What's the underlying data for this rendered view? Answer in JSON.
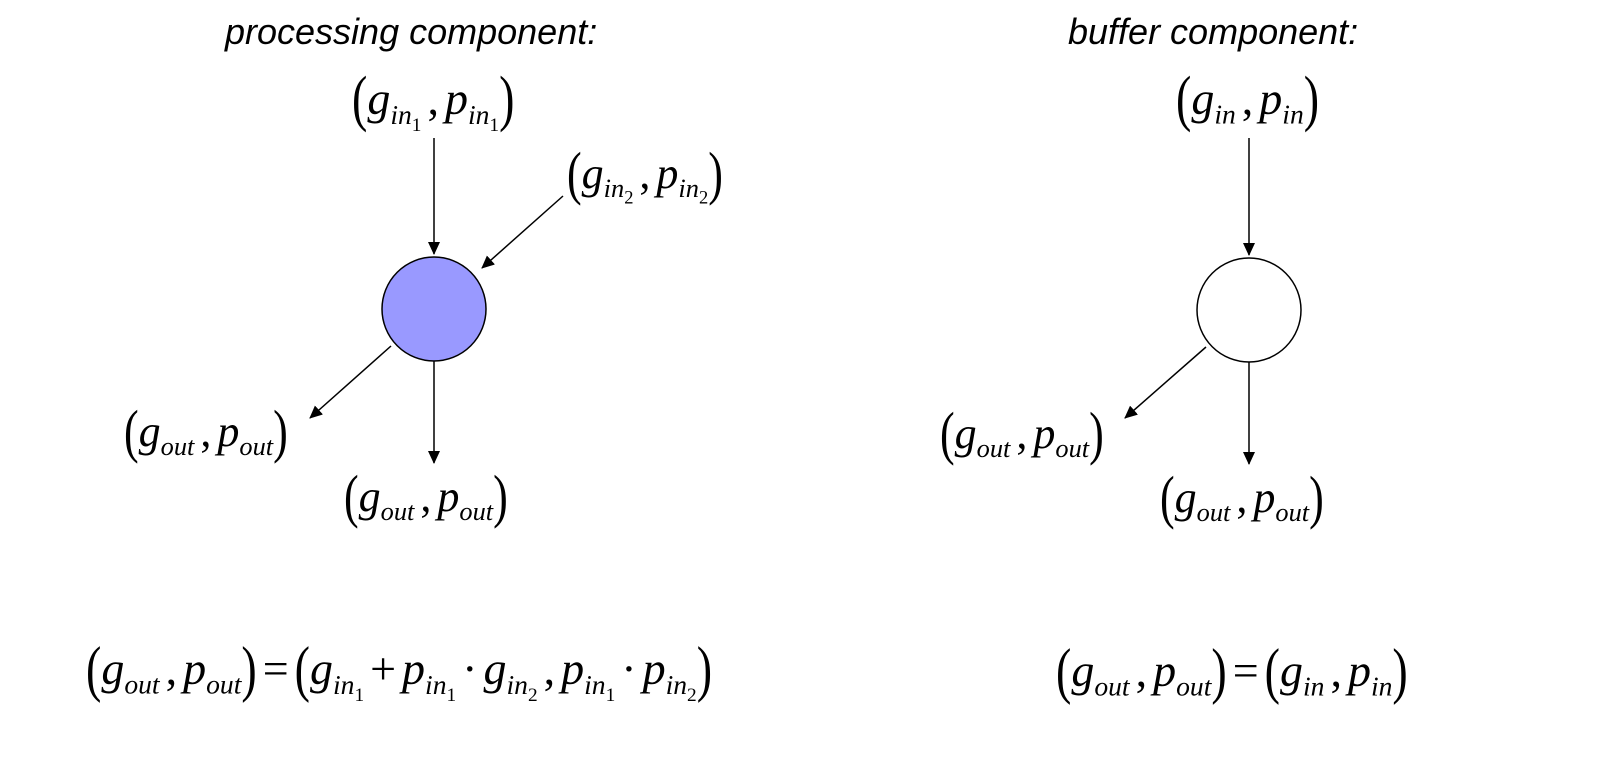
{
  "processing": {
    "title": "processing component:",
    "node_color": "#9999FF",
    "in1": {
      "g": "g",
      "p": "p",
      "sub": "in",
      "idx": "1"
    },
    "in2": {
      "g": "g",
      "p": "p",
      "sub": "in",
      "idx": "2"
    },
    "out_left": {
      "g": "g",
      "p": "p",
      "sub": "out"
    },
    "out_bottom": {
      "g": "g",
      "p": "p",
      "sub": "out"
    },
    "equation": {
      "lhs_g": "g",
      "lhs_p": "p",
      "out": "out",
      "in": "in",
      "one": "1",
      "two": "2",
      "eq": "=",
      "plus": "+",
      "dot": "·",
      "comma": ","
    }
  },
  "buffer": {
    "title": "buffer component:",
    "node_color": "#FFFFFF",
    "in": {
      "g": "g",
      "p": "p",
      "sub": "in"
    },
    "out_left": {
      "g": "g",
      "p": "p",
      "sub": "out"
    },
    "out_bottom": {
      "g": "g",
      "p": "p",
      "sub": "out"
    },
    "equation": {
      "lhs_g": "g",
      "lhs_p": "p",
      "out": "out",
      "in": "in",
      "eq": "="
    }
  }
}
